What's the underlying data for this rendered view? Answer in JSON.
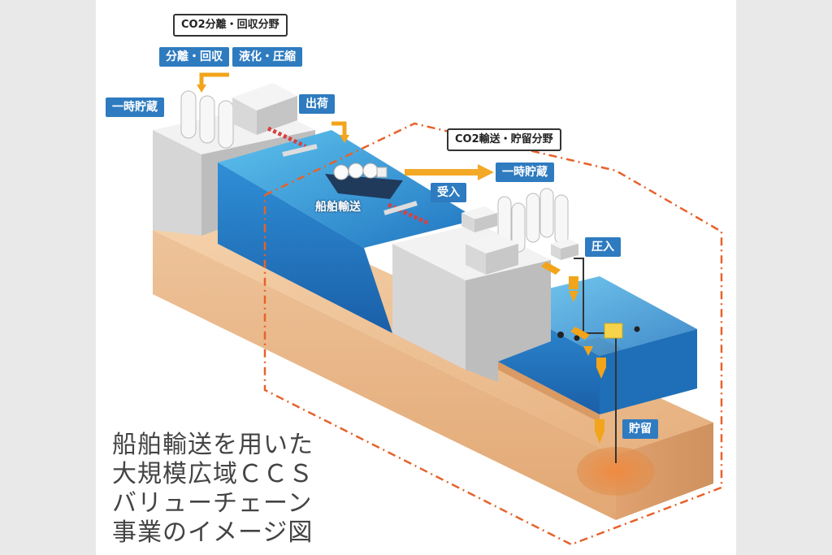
{
  "labels": {
    "co2_capture_field": "CO2分離・回収分野",
    "separation_recovery": "分離・回収",
    "liquefaction_compression": "液化・圧縮",
    "temporary_storage_left": "一時貯蔵",
    "shipping": "出荷",
    "co2_transport_field": "CO2輸送・貯留分野",
    "ship_transport": "船舶輸送",
    "receiving": "受入",
    "temporary_storage_right": "一時貯蔵",
    "injection": "圧入",
    "storage": "貯留"
  },
  "caption": {
    "line1": "船舶輸送を用いた",
    "line2": "大規模広域ＣＣＳ",
    "line3": "バリューチェーン",
    "line4": "事業のイメージ図"
  },
  "colors": {
    "label_blue": "#2e7bc0",
    "boundary_orange": "#e8622a",
    "arrow_orange": "#f2a41a",
    "water": "#2a8fd0",
    "earth": "#e9b98a"
  }
}
